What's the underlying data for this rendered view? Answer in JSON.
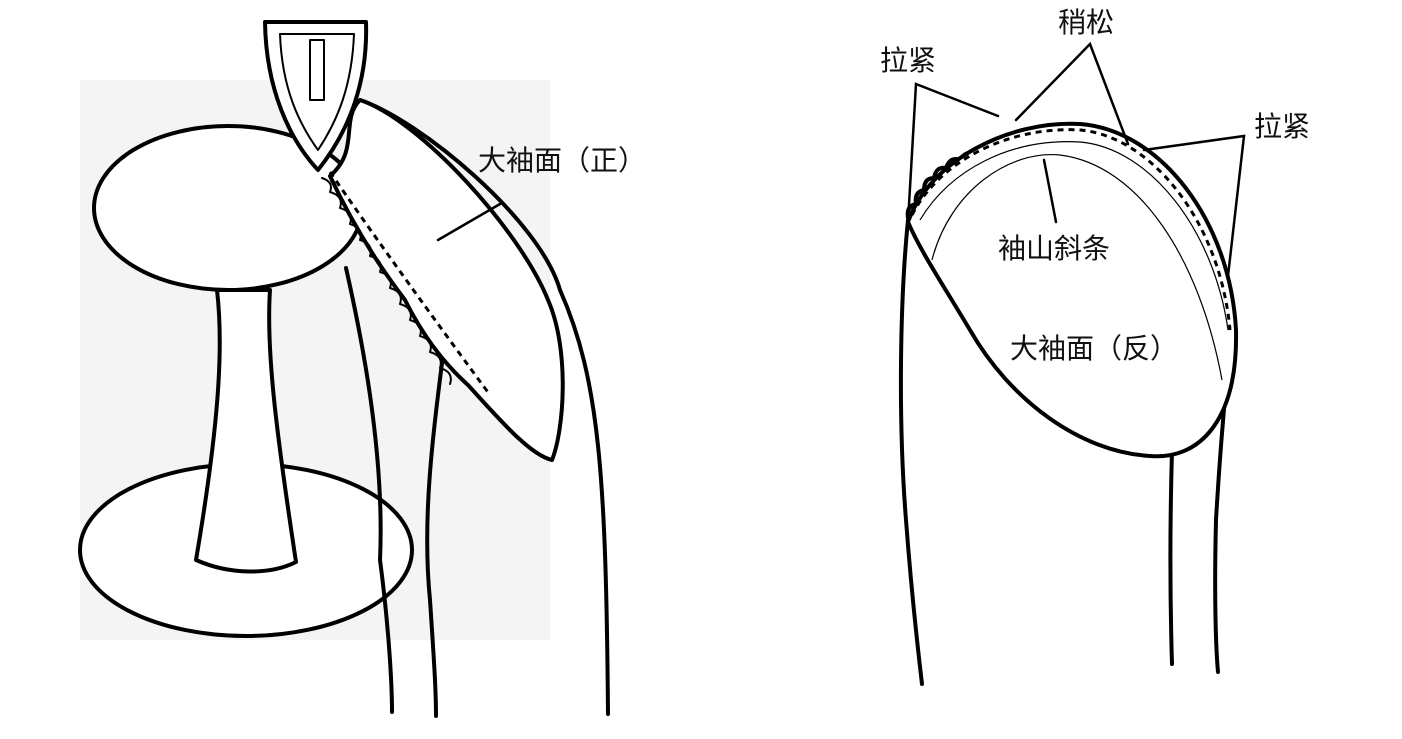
{
  "left_figure": {
    "label_sleeve_front": "大袖面（正）"
  },
  "right_figure": {
    "label_slightly_loose": "稍松",
    "label_pull_tight_left": "拉紧",
    "label_pull_tight_right": "拉紧",
    "label_bias_strip": "袖山斜条",
    "label_sleeve_back": "大袖面（反）"
  }
}
